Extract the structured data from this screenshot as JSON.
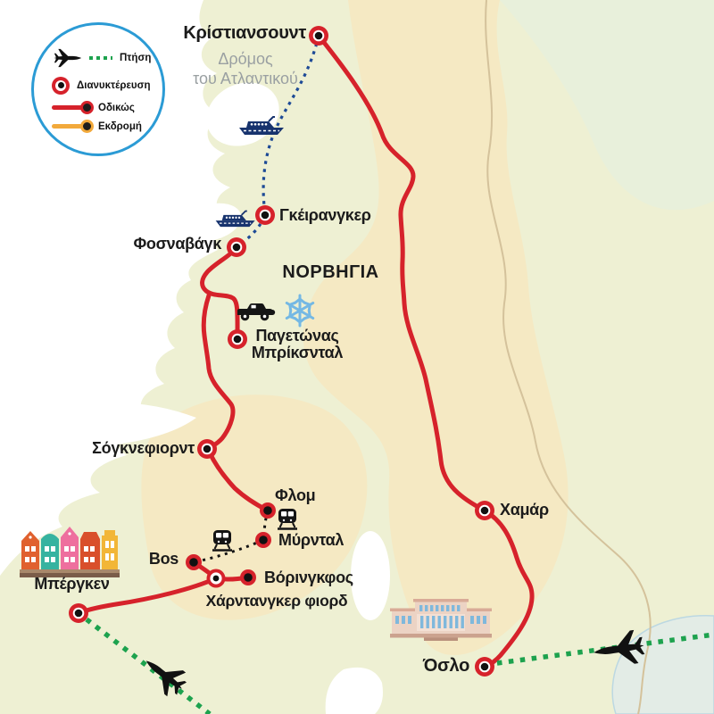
{
  "region_label": "ΝΟΡΒΗΓΙΑ",
  "atlantic_road_label": {
    "line1": "Δρόμος",
    "line2": "του Ατλαντικού"
  },
  "legend": {
    "flight_label": "Πτήση",
    "overnight_label": "Διανυκτέρευση",
    "road_label": "Οδικώς",
    "excursion_label": "Εκδρομή"
  },
  "cities": {
    "kristiansund": {
      "name": "Κρίστιανσουντ"
    },
    "geiranger": {
      "name": "Γκέιρανγκερ"
    },
    "fosnavag": {
      "name": "Φοσναβάγκ"
    },
    "briksdal": {
      "name_line1": "Παγετώνας",
      "name_line2": "Μπρίκσνταλ"
    },
    "sognefjord": {
      "name": "Σόγκνεφιορντ"
    },
    "flam": {
      "name": "Φλομ"
    },
    "myrdal": {
      "name": "Μύρνταλ"
    },
    "voss": {
      "name": "Bos"
    },
    "voringfos": {
      "name": "Βόρινγκφος"
    },
    "hardanger": {
      "name": "Χάρντανγκερ φιορδ"
    },
    "bergen": {
      "name": "Μπέργκεν"
    },
    "hamar": {
      "name": "Χαμάρ"
    },
    "oslo": {
      "name": "Όσλο"
    }
  },
  "routes": {
    "ferry_stops": [
      "Κρίστιανσουντ",
      "Γκέιρανγκερ",
      "Φοσναβάγκ"
    ],
    "train_stops": [
      "Φλομ",
      "Μύρνταλ",
      "Bos"
    ],
    "road_segments": [
      [
        "Κρίστιανσουντ",
        "Χαμάρ",
        "Όσλο"
      ],
      [
        "Φοσναβάγκ",
        "Παγετώνας Μπρίκσνταλ",
        "Σόγκνεφιορντ",
        "Φλομ"
      ],
      [
        "Bos",
        "Χάρντανγκερ φιορδ",
        "Βόρινγκφος"
      ],
      [
        "Χάρντανγκερ φιορδ",
        "Μπέργκεν"
      ]
    ],
    "flight_endpoints": [
      "Μπέργκεν",
      "Όσλο"
    ]
  },
  "colors": {
    "road": "#d6222b",
    "ferry": "#1d4a96",
    "train": "#141414",
    "flight": "#1da24e",
    "excursion": "#f2a93b",
    "marker_red": "#d6222b",
    "legend_border": "#2b9bd5",
    "land": "#eef0d3",
    "highland": "#f5e9c3",
    "mint": "#e8f0db",
    "sea": "#ffffff",
    "lake": "#e3ece6"
  }
}
